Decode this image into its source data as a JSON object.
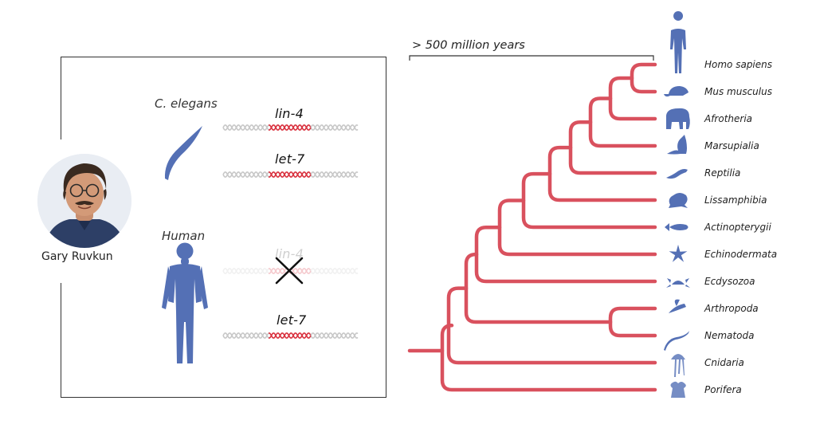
{
  "scientist": {
    "name": "Gary Ruvkun"
  },
  "panel": {
    "worm": {
      "organism": "C. elegans",
      "genes": [
        "lin-4",
        "let-7"
      ]
    },
    "human": {
      "organism": "Human",
      "absent_gene": "lin-4",
      "gene": "let-7"
    }
  },
  "tree": {
    "scale_label": "> 500 million years",
    "taxa": [
      {
        "name": "Homo sapiens",
        "icon": "human-silhouette-icon"
      },
      {
        "name": "Mus musculus",
        "icon": "mouse-icon"
      },
      {
        "name": "Afrotheria",
        "icon": "elephant-icon"
      },
      {
        "name": "Marsupialia",
        "icon": "kangaroo-icon"
      },
      {
        "name": "Reptilia",
        "icon": "lizard-icon"
      },
      {
        "name": "Lissamphibia",
        "icon": "frog-icon"
      },
      {
        "name": "Actinopterygii",
        "icon": "fish-icon"
      },
      {
        "name": "Echinodermata",
        "icon": "starfish-icon"
      },
      {
        "name": "Ecdysozoa",
        "icon": "crab-icon"
      },
      {
        "name": "Arthropoda",
        "icon": "fly-icon"
      },
      {
        "name": "Nematoda",
        "icon": "worm-icon"
      },
      {
        "name": "Cnidaria",
        "icon": "jellyfish-icon"
      },
      {
        "name": "Porifera",
        "icon": "sponge-icon"
      }
    ]
  },
  "colors": {
    "tree": "#d9515e",
    "silhouette": "#5470b5",
    "helix_grey": "#c8c8c8",
    "helix_red": "#d9323f"
  }
}
